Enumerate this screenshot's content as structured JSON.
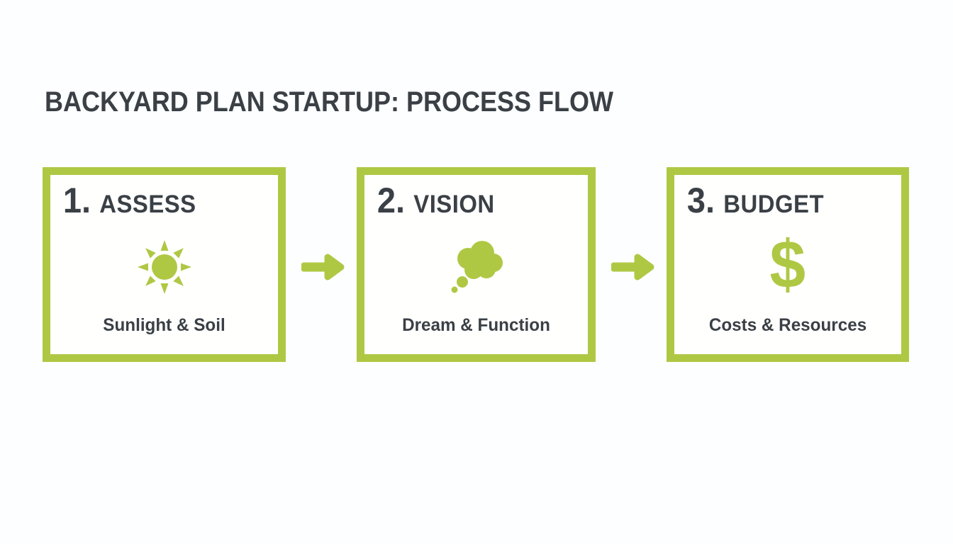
{
  "title": "BACKYARD PLAN STARTUP: PROCESS FLOW",
  "colors": {
    "green": "#afc844",
    "dark_text": "#3a4045",
    "background": "#fdfeff"
  },
  "steps": [
    {
      "number": "1.",
      "label": "ASSESS",
      "icon": "sun-icon",
      "caption": "Sunlight & Soil"
    },
    {
      "number": "2.",
      "label": "VISION",
      "icon": "thought-bubble-icon",
      "caption": "Dream & Function"
    },
    {
      "number": "3.",
      "label": "BUDGET",
      "icon": "dollar-sign-icon",
      "icon_glyph": "$",
      "caption": "Costs & Resources"
    }
  ],
  "connectors": [
    {
      "icon": "right-arrow-icon"
    },
    {
      "icon": "right-arrow-icon"
    }
  ]
}
